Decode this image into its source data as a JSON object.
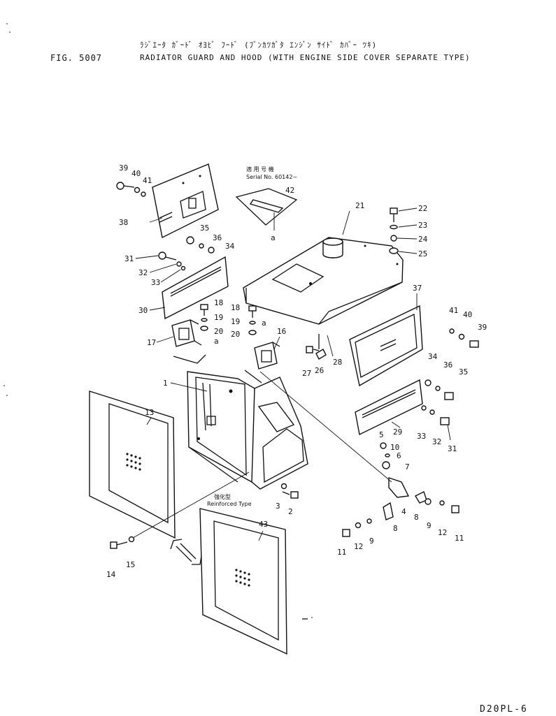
{
  "header": {
    "fig_label": "FIG. 5007",
    "title_jp": "ﾗｼﾞｴｰﾀ ｶﾞｰﾄﾞ ｵﾖﾋﾞ ﾌｰﾄﾞ (ﾌﾞﾝｶﾂｶﾞﾀ ｴﾝｼﾞﾝ ｻｲﾄﾞ ｶﾊﾞｰ ﾂｷ)",
    "title_en": "RADIATOR GUARD AND HOOD (WITH ENGINE SIDE COVER SEPARATE TYPE)"
  },
  "footer": {
    "doc_id": "D20PL-6"
  },
  "notes": {
    "serial_jp": "適 用 号 機",
    "serial_en": "Serial No. 60142~",
    "reinforced_jp": "強化型",
    "reinforced_en": "Reinforced Type",
    "ref_a": "a"
  },
  "part_numbers": [
    "1",
    "2",
    "3",
    "4",
    "5",
    "6",
    "7",
    "8",
    "9",
    "10",
    "11",
    "12",
    "13",
    "14",
    "15",
    "16",
    "17",
    "18",
    "19",
    "20",
    "21",
    "22",
    "23",
    "24",
    "25",
    "26",
    "27",
    "28",
    "29",
    "30",
    "31",
    "32",
    "33",
    "34",
    "35",
    "36",
    "37",
    "38",
    "39",
    "40",
    "41",
    "42",
    "43"
  ]
}
